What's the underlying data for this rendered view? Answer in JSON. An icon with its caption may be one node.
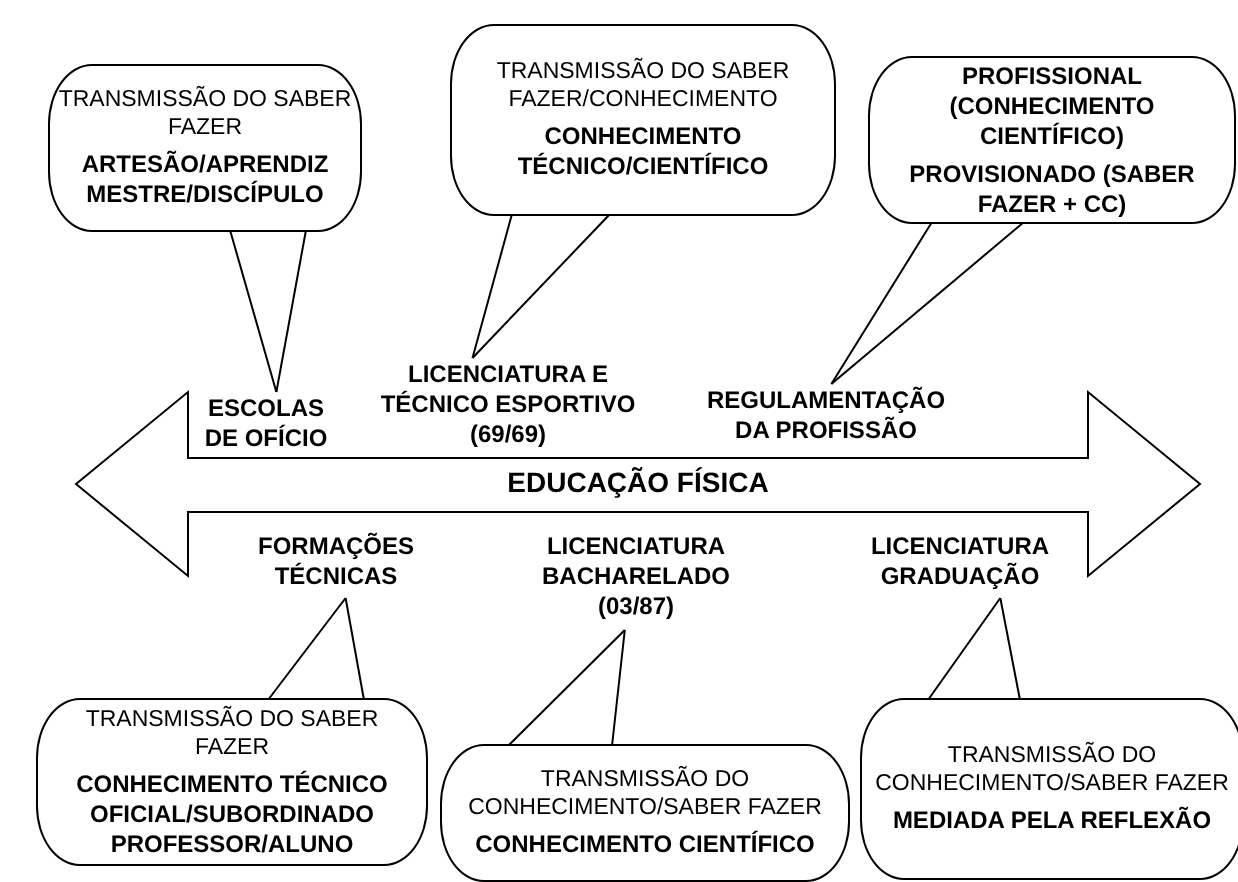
{
  "diagram": {
    "nodes": [
      {
        "text": [
          "EDUCAÇÃO FÍSICA"
        ]
      },
      {
        "text": [
          "ESCOLAS DE OFÍCIO"
        ]
      },
      {
        "text": [
          "LICENCIATURA E TÉCNICO ESPORTIVO (69/69)"
        ]
      },
      {
        "text": [
          "REGULAMENTAÇÃO DA PROFISSÃO"
        ]
      },
      {
        "text": [
          "FORMAÇÕES TÉCNICAS"
        ]
      },
      {
        "text": [
          "LICENCIATURA BACHARELADO (03/87)"
        ]
      },
      {
        "text": [
          "LICENCIATURA GRADUAÇÃO"
        ]
      },
      {
        "text": [
          "TRANSMISSÃO DO SABER FAZER",
          "ARTESÃO/APRENDIZ MESTRE/DISCÍPULO"
        ]
      },
      {
        "text": [
          "TRANSMISSÃO DO SABER FAZER/CONHECIMENTO",
          "CONHECIMENTO TÉCNICO/CIENTÍFICO"
        ]
      },
      {
        "text": [
          "PROFISSIONAL (CONHECIMENTO CIENTÍFICO)",
          "PROVISIONADO (SABER FAZER + CC)"
        ]
      },
      {
        "text": [
          "TRANSMISSÃO DO SABER FAZER",
          "CONHECIMENTO TÉCNICO OFICIAL/SUBORDINADO PROFESSOR/ALUNO"
        ]
      },
      {
        "text": [
          "TRANSMISSÃO DO CONHECIMENTO/SABER FAZER",
          "CONHECIMENTO CIENTÍFICO"
        ]
      },
      {
        "text": [
          "TRANSMISSÃO DO CONHECIMENTO/SABER FAZER",
          "MEDIADA PELA REFLEXÃO"
        ]
      }
    ],
    "edges": [
      {
        "from": 7,
        "to": 1,
        "arrow": "none"
      },
      {
        "from": 8,
        "to": 2,
        "arrow": "none"
      },
      {
        "from": 9,
        "to": 3,
        "arrow": "none"
      },
      {
        "from": 10,
        "to": 4,
        "arrow": "none"
      },
      {
        "from": 11,
        "to": 5,
        "arrow": "none"
      },
      {
        "from": 12,
        "to": 6,
        "arrow": "none"
      }
    ]
  }
}
